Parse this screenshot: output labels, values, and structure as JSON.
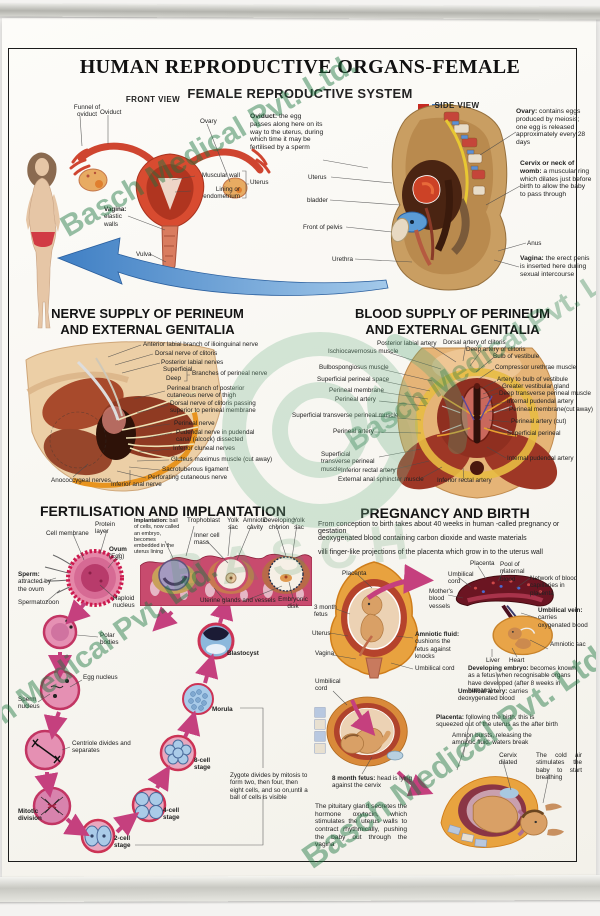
{
  "watermark": {
    "text": "Basch Medical Pvt. Ltd.",
    "big": "BASCH"
  },
  "header": {
    "title": "HUMAN REPRODUCTIVE ORGANS-FEMALE",
    "subtitle": "FEMALE REPRODUCTIVE SYSTEM"
  },
  "front": {
    "heading": "FRONT VIEW",
    "funnel": "Funnel of oviduct",
    "oviduct": "Oviduct",
    "ovary": "Ovary",
    "muscular": "Muscular wall",
    "lining": "Lining or endometrium",
    "uterus": "Uterus",
    "vagina_t": "Vagina:",
    "vagina_x": " elastic walls",
    "vulva": "Vulva"
  },
  "side": {
    "heading": "SIDE VIEW",
    "oviduct_t": "Oviduct:",
    "oviduct_x": " the egg passes along here on its way to the uterus, during which time it may be fertilised by a sperm",
    "uterus": "Uterus",
    "bladder": "bladder",
    "pelvis": "Front of pelvis",
    "urethra": "Urethra",
    "ovary_t": "Ovary:",
    "ovary_x": " contains eggs produced by meiosis; one egg is released approximately every 28 days",
    "cervix_t": "Cervix or neck of womb:",
    "cervix_x": " a muscular ring which dilates just before birth to allow the baby to pass through",
    "anus": "Anus",
    "vagina_t": "Vagina:",
    "vagina_x": " the erect penis is inserted here during sexual intercourse"
  },
  "nerve": {
    "heading1": "NERVE SUPPLY OF PERINEUM",
    "heading2": "AND EXTERNAL GENITALIA",
    "l1": "Anterior labial branch of ilioinguinal nerve",
    "l2": "Dorsal nerve of clitoris",
    "l3": "Posterior labial nerves",
    "l4": "Superficial",
    "l5": "Deep",
    "l6": "Branches of perineal nerve",
    "l7": "Perineal branch of posterior cutaneous nerve of thigh",
    "l8": "Dorsal nerve of clitoris passing superior to perineal membrane",
    "l9": "Perineal nerve",
    "l10": "Pudendal nerve in pudendal canal (alcock) dissected",
    "l11": "Inferior cluneal nerves",
    "l12": "Gluteus maximus muscle (cut away)",
    "l13": "Sacrotuberous ligament",
    "l14": "Perforating cutaneous nerve",
    "l15": "Anococcygeal nerves",
    "l16": "Inferior anal nerve"
  },
  "blood": {
    "heading1": "BLOOD SUPPLY OF PERINEUM",
    "heading2": "AND EXTERNAL GENITALIA",
    "l1": "Posterior labial artery",
    "l2": "Ischiocavernosus muscle",
    "l3": "Bulbospongiosus muscle",
    "l4": "Superficial perineal space",
    "l5": "Perineal membrane",
    "l6": "Perineal artery",
    "l7": "Superficial transverse perineal muscle",
    "l8": "Perineal artery",
    "l9": "Superficial transverse perineal muscle",
    "l10": "Inferior rectal artery",
    "l11": "External anal sphincter muscle",
    "l12": "Inferior rectal artery",
    "t1": "Dorsal artery of clitoris",
    "t2": "Deep artery of clitoris",
    "t3": "Bulb of vestibule",
    "r1": "Compressor urethrae muscle",
    "r2": "Artery to bulb of vestibule",
    "r3": "Greater vestibular gland",
    "r4": "Deep transverse perineal muscle",
    "r5": "Internal pudendal artery",
    "r6": "Perineal membrane(cut away)",
    "r7": "Perineal artery (cut)",
    "r8": "Superficial perineal",
    "r9": "Internal pudendal artery"
  },
  "fert": {
    "heading": "FERTILISATION AND IMPLANTATION",
    "cell_membrane": "Cell membrane",
    "protein": "Protein layer",
    "ovum_t": "Ovum",
    "ovum_x": " (Egg)",
    "sperm_t": "Sperm:",
    "sperm_x": " attracted by the ovum",
    "spermatozoon": "Spermatozoon",
    "haploid": "Haploid nucleus",
    "polar": "Polar bodies",
    "egg_nucleus": "Egg nucleus",
    "sperm_nucleus": "Sperm nucleus",
    "centriole": "Centriole divides and separates",
    "mitotic": "Mitotic division",
    "c2": "2-cell stage",
    "c4": "4-cell stage",
    "c8": "8-cell stage",
    "morula": "Morula",
    "blastocyst": "Blastocyst",
    "zygote": "Zygote divides by mitosis to form two, then four, then eight cells, and so on,until a ball of cells is visible",
    "impl_t": "Implantation:",
    "impl_x": " ball of cells, now called an embryo, becomes embedded in the uterus lining",
    "trophoblast": "Trophoblast",
    "inner_cell": "Inner cell mass",
    "yolk1": "Yolk sac",
    "amniotic_cavity": "Amniotic cavity",
    "chorion": "Developing chorion",
    "yolk2": "Yolk sac",
    "uterine": "Uterine glands and vessels",
    "disk": "Embryonic disk"
  },
  "preg": {
    "heading": "PREGNANCY AND BIRTH",
    "intro1": "From conception to birth takes about 40 weeks in human -called pregnancy or gestation",
    "intro2": "deoxygenated blood containing carbon dioxide and waste materials",
    "intro3": "villi finger-like projections of the placenta which grow in to the uterus wall",
    "placenta_l": "Placenta",
    "fetus3": "3 month fetus",
    "uterus": "Uterus",
    "vagina": "Vagina",
    "amniotic_fluid_t": "Amniotic fluid:",
    "amniotic_fluid_x": " cushions the fetus against knocks",
    "umb1": "Umbilical cord",
    "umb2": "Umbilical cord",
    "umb3": "Umbilical cord",
    "placenta_r": "Placenta",
    "pool": "Pool of maternal blood",
    "mothers": "Mother's blood vessels",
    "network": "Network of blood capillaries in placenta",
    "vein_t": "Umbilical vein:",
    "vein_x": " carries oxygenated blood",
    "amniotic_sac": "Amniotic sac",
    "liver": "Liver",
    "heart": "Heart",
    "dev_t": "Developing embryo:",
    "dev_x": " becomes known as a fetus when recognisable organs have developed (after 8 weeks in humans)",
    "artery_t": "Umbilical artery:",
    "artery_x": " carries deoxygenated blood",
    "fetus8_t": "8 month fetus:",
    "fetus8_x": " head is lying against the cervix",
    "pituitary": "The pituitary gland secretes the hormone oxytocin, which stimulates the uterus walls to contract rhythmically, pushing the baby out through the vagina",
    "placenta_birth_t": "Placenta:",
    "placenta_birth_x": " following the birth, this is squeezed out of the uterus as the after birth",
    "amnion": "Amnion bursts, releasing the amniotic fluid: waters break",
    "cervix_dilated": "Cervix dilated",
    "cold": "The cold air stimulates the baby to start breathing"
  }
}
